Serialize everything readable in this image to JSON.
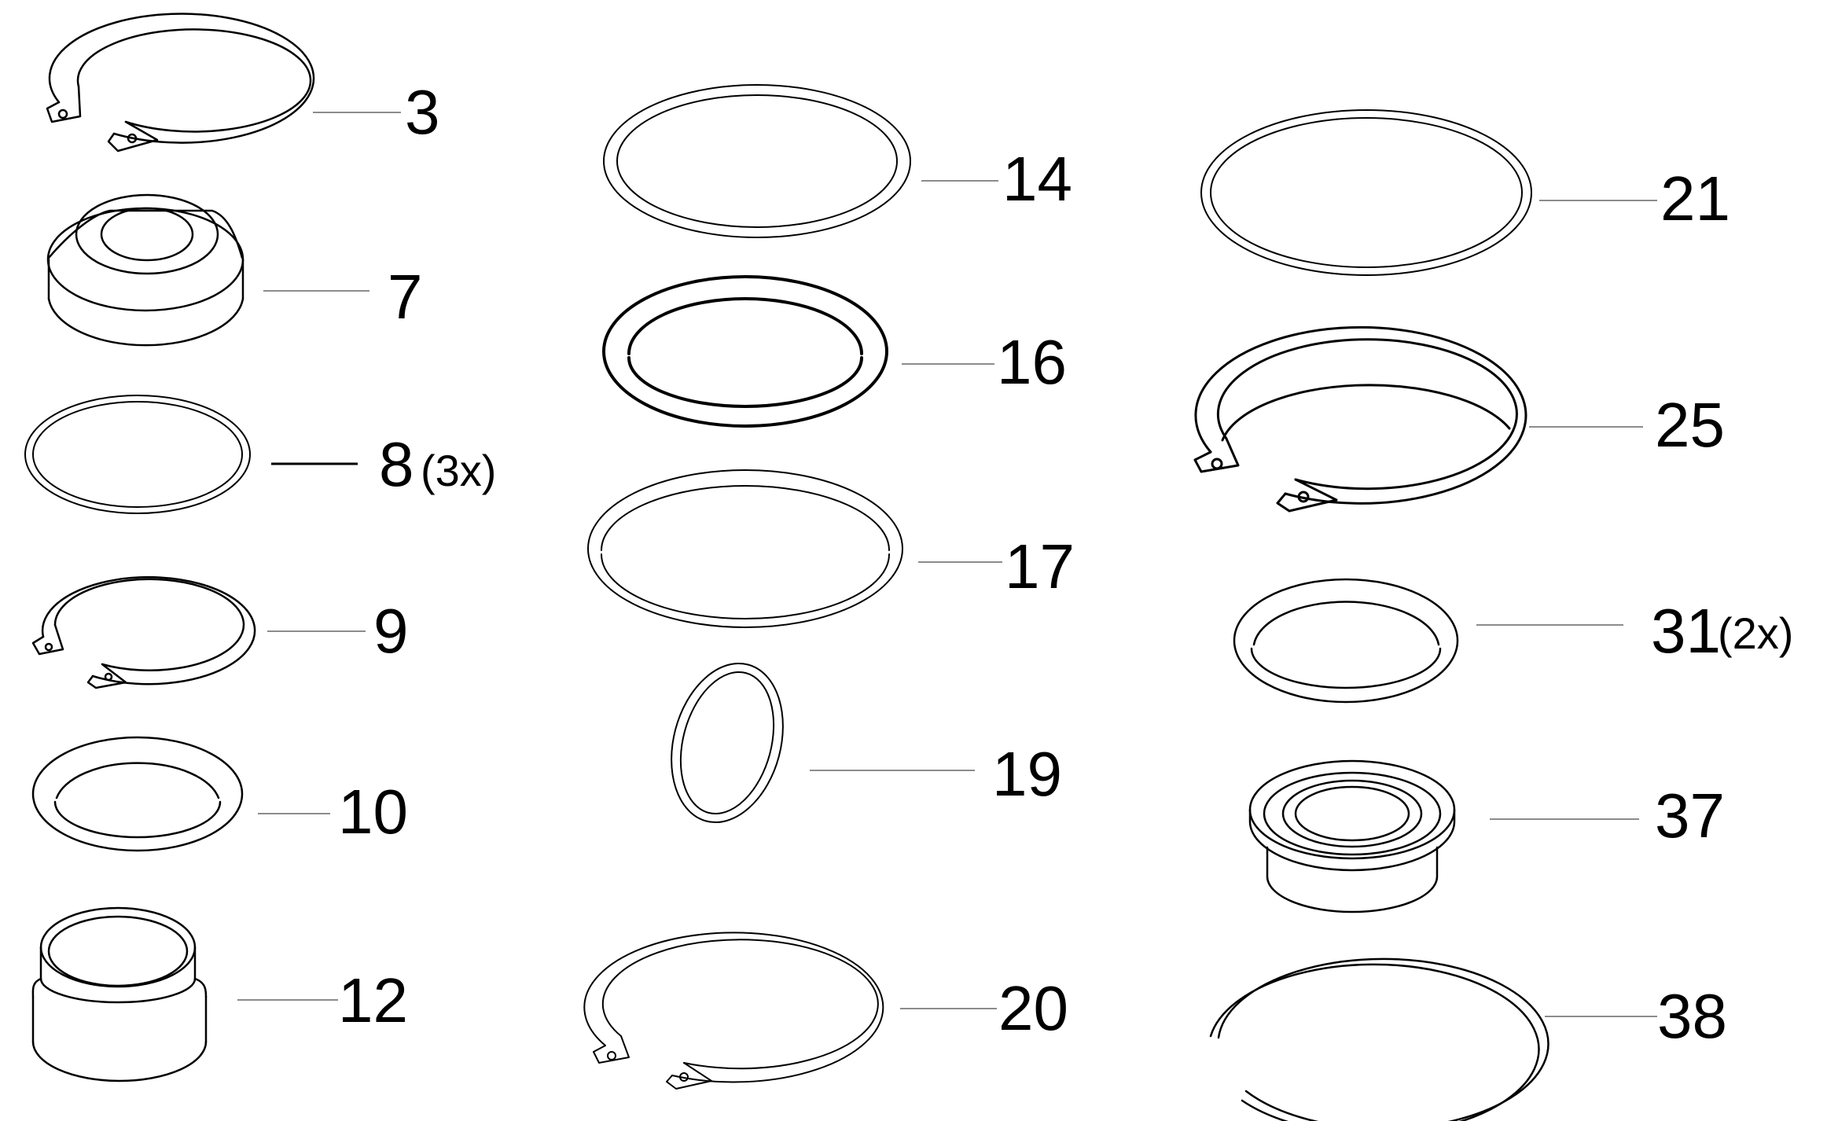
{
  "parts": [
    {
      "number": "3"
    },
    {
      "number": "7"
    },
    {
      "number": "8",
      "quantity": "(3x)"
    },
    {
      "number": "9"
    },
    {
      "number": "10"
    },
    {
      "number": "12"
    },
    {
      "number": "14"
    },
    {
      "number": "16"
    },
    {
      "number": "17"
    },
    {
      "number": "19"
    },
    {
      "number": "20"
    },
    {
      "number": "21"
    },
    {
      "number": "25"
    },
    {
      "number": "31",
      "quantity": "(2x)"
    },
    {
      "number": "37"
    },
    {
      "number": "38"
    }
  ],
  "colors": {
    "stroke": "#000000",
    "leader": "#666666",
    "background": "#ffffff"
  }
}
